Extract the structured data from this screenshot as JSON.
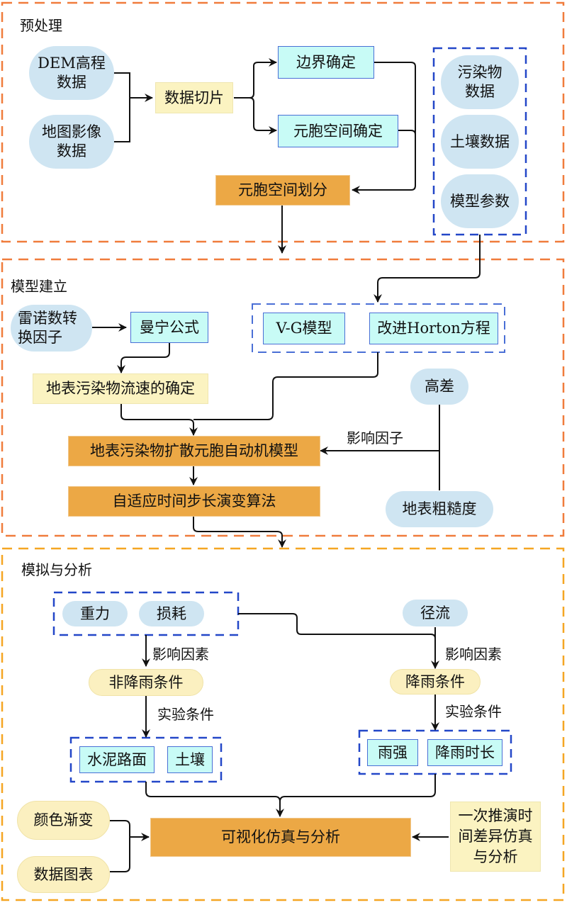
{
  "colors": {
    "section_preprocess_border": "#f07c3c",
    "section_model_border": "#f07c3c",
    "section_sim_border": "#f5a623",
    "group_border": "#2347c8",
    "arrow": "#111111",
    "blue_oval": "#cfe5f2",
    "yellow_oval": "#fbf0c0",
    "cyan_rect": "#c8fbf6",
    "yellow_rect": "#fbf3c1",
    "orange_rect": "#eca845"
  },
  "sections": {
    "preprocess": "预处理",
    "model": "模型建立",
    "simulation": "模拟与分析"
  },
  "preprocess": {
    "dem": "DEM高程\n数据",
    "map_image": "地图影像\n数据",
    "data_slice": "数据切片",
    "boundary": "边界确定",
    "cell_space_determine": "元胞空间确定",
    "cell_space_partition": "元胞空间划分",
    "inputs_group": {
      "pollutant": "污染物\n数据",
      "soil": "土壤数据",
      "model_params": "模型参数"
    }
  },
  "model": {
    "reynolds": "雷诺数转\n换因子",
    "manning": "曼宁公式",
    "velocity": "地表污染物流速的确定",
    "vg_model": "V-G模型",
    "horton": "改进Horton方程",
    "ca_model": "地表污染物扩散元胞自动机模型",
    "adaptive": "自适应时间步长演变算法",
    "elevation_diff": "高差",
    "roughness": "地表粗糙度",
    "influence_factor_label": "影响因子"
  },
  "simulation": {
    "gravity": "重力",
    "loss": "损耗",
    "runoff": "径流",
    "influence_label_left": "影响因素",
    "influence_label_right": "影响因素",
    "non_rain": "非降雨条件",
    "rain": "降雨条件",
    "exp_label_left": "实验条件",
    "exp_label_right": "实验条件",
    "cement": "水泥路面",
    "soil": "土壤",
    "rain_intensity": "雨强",
    "rain_duration": "降雨时长",
    "color_gradient": "颜色渐变",
    "data_chart": "数据图表",
    "visualization": "可视化仿真与分析",
    "one_time_diff": "一次推演时\n间差异仿真\n与分析"
  }
}
